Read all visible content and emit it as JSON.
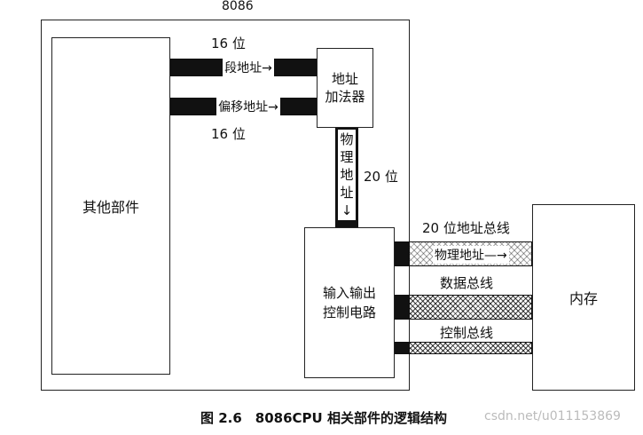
{
  "cpu_label": "8086",
  "other_components": "其他部件",
  "bit16_top": "16 位",
  "bit16_bottom": "16 位",
  "segment_address": "段地址→",
  "offset_address": "偏移地址→",
  "address_adder_line1": "地址",
  "address_adder_line2": "加法器",
  "physical_address_vertical": [
    "物",
    "理",
    "地",
    "址",
    "↓"
  ],
  "bit20": "20 位",
  "io_control_line1": "输入输出",
  "io_control_line2": "控制电路",
  "address_bus_label": "20 位地址总线",
  "physical_address_on_bus": "物理地址—→",
  "data_bus_label": "数据总线",
  "control_bus_label": "控制总线",
  "memory": "内存",
  "caption": "图 2.6　8086CPU 相关部件的逻辑结构",
  "watermark": "csdn.net/u011153869"
}
